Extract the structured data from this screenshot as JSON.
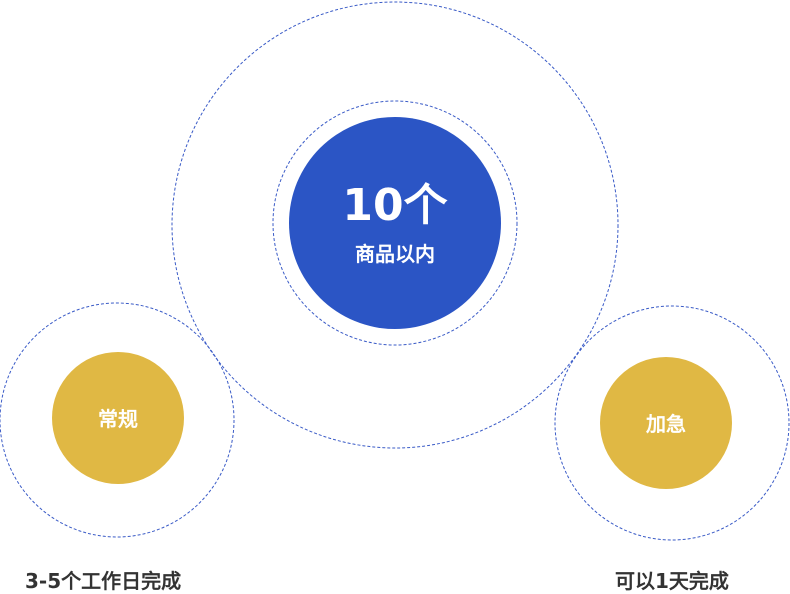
{
  "colors": {
    "blue": "#2b55c5",
    "gold": "#e0b844",
    "dash": "#3a5bc7"
  },
  "center": {
    "value": "10个",
    "label": "商品以内"
  },
  "left": {
    "label": "常规",
    "caption": "3-5个工作日完成"
  },
  "right": {
    "label": "加急",
    "caption": "可以1天完成"
  }
}
